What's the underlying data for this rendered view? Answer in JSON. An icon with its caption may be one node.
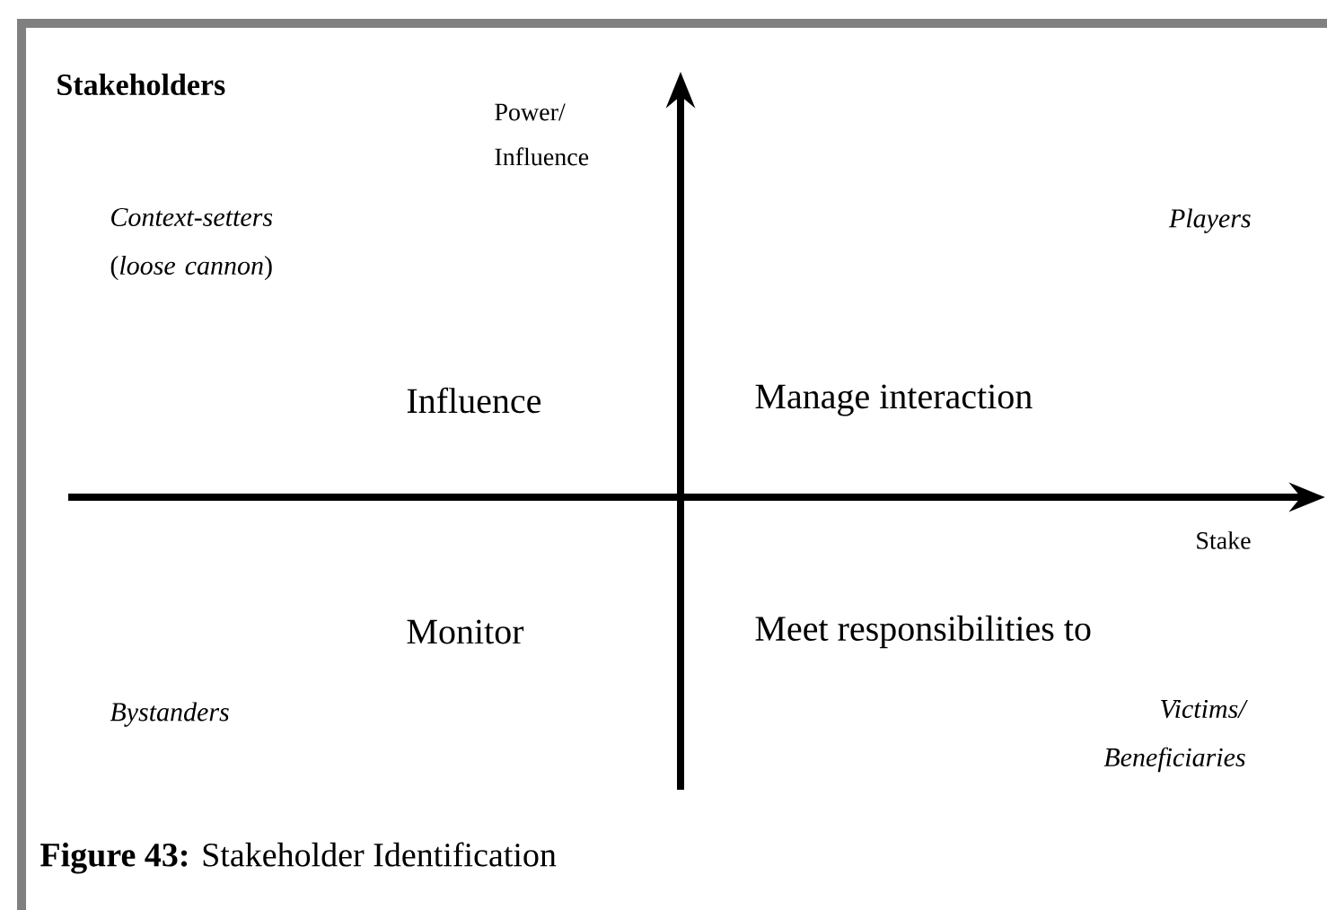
{
  "diagram": {
    "title": "Stakeholders",
    "caption": "**Figure 43:** Stakeholder Identification",
    "labels": [
      "Power/ Influence",
      "*Context-setters* (*loose cannon*)",
      "Players",
      "Influence",
      "Manage interaction",
      "Stake",
      "Monitor",
      "Meet responsibilities to",
      "Bystanders",
      "Victims/ Beneficiaries"
    ]
  }
}
